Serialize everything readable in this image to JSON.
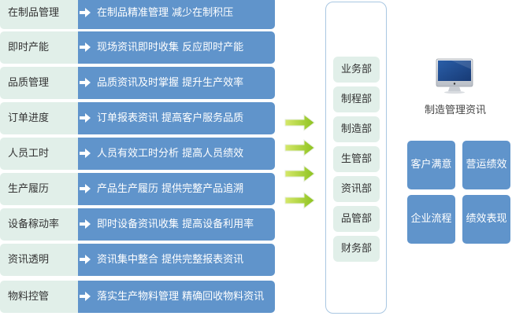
{
  "rows": [
    {
      "label": "在制品管理",
      "desc": "在制品精准管理 减少在制积压"
    },
    {
      "label": "即时产能",
      "desc": "现场资讯即时收集  反应即时产能"
    },
    {
      "label": "品质管理",
      "desc": "品质资讯及时掌握  提升生产效率"
    },
    {
      "label": "订单进度",
      "desc": "订单报表资讯 提高客户服务品质"
    },
    {
      "label": "人员工时",
      "desc": "人员有效工时分析 提高人员绩效"
    },
    {
      "label": "生产履历",
      "desc": "产品生产履历 提供完整产品追溯"
    },
    {
      "label": "设备稼动率",
      "desc": "即时设备资讯收集  提高设备利用率"
    },
    {
      "label": "资讯透明",
      "desc": "资讯集中整合 提供完整报表资讯"
    },
    {
      "label": "物料控管",
      "desc": "落实生产物料管理 精确回收物料资讯"
    }
  ],
  "departments": [
    "业务部",
    "制程部",
    "制造部",
    "生管部",
    "资讯部",
    "品管部",
    "财务部"
  ],
  "system": {
    "label": "制造管理资讯",
    "icon": "monitor-icon"
  },
  "outcomes": [
    "客户满意",
    "营运绩效",
    "企业流程",
    "绩效表现"
  ],
  "colors": {
    "blue": "#6094cb",
    "mint": "#e1efe9",
    "arrow_green": "#9acd32",
    "border": "#a9c7e2"
  }
}
